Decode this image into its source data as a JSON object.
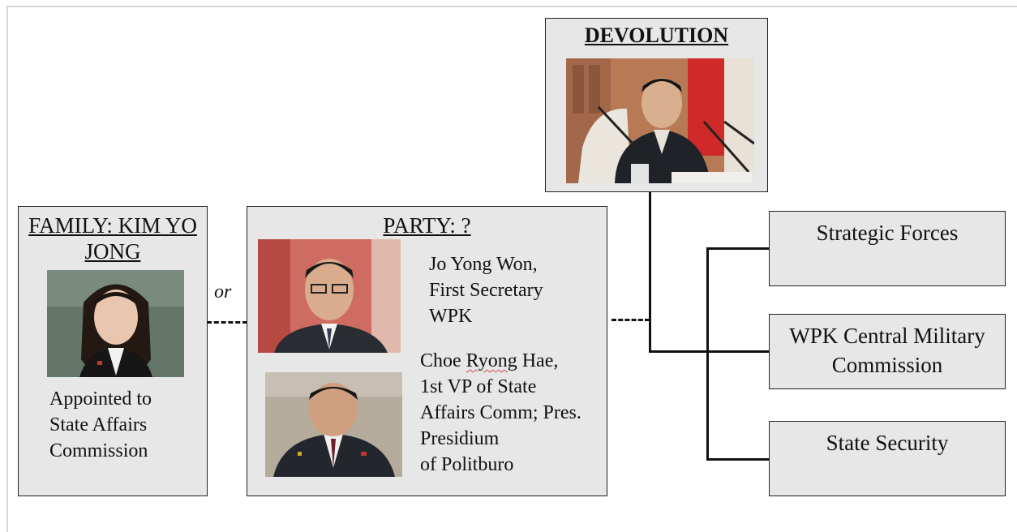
{
  "devolution": {
    "title": "DEVOLUTION"
  },
  "family": {
    "title": "FAMILY: KIM YO JONG",
    "caption_lines": [
      "Appointed to",
      "State Affairs",
      "Commission"
    ]
  },
  "connector": {
    "or_label": "or"
  },
  "party": {
    "title": "PARTY: ?",
    "person1_lines": [
      "Jo Yong Won,",
      "First Secretary",
      "WPK"
    ],
    "person2_name_prefix": "Choe ",
    "person2_name_squiggle": "Ryong",
    "person2_name_suffix": " Hae,",
    "person2_lines": [
      "1st VP of State",
      "Affairs Comm; Pres.",
      "Presidium",
      "of Politburo"
    ]
  },
  "organizations": [
    {
      "label": "Strategic Forces"
    },
    {
      "label": "WPK Central Military Commission"
    },
    {
      "label": "State Security"
    }
  ]
}
